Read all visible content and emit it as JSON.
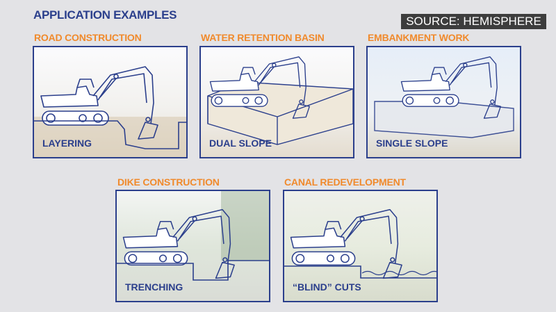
{
  "title": "APPLICATION EXAMPLES",
  "source": "SOURCE: HEMISPHERE",
  "colors": {
    "title": "#2b3f8c",
    "label": "#f08a2c",
    "border": "#2b3f8c"
  },
  "examples": [
    {
      "label": "ROAD CONSTRUCTION",
      "caption": "LAYERING"
    },
    {
      "label": "WATER RETENTION BASIN",
      "caption": "DUAL SLOPE"
    },
    {
      "label": "EMBANKMENT WORK",
      "caption": "SINGLE SLOPE"
    },
    {
      "label": "DIKE CONSTRUCTION",
      "caption": "TRENCHING"
    },
    {
      "label": "CANAL REDEVELOPMENT",
      "caption": "“BLIND” CUTS"
    }
  ]
}
